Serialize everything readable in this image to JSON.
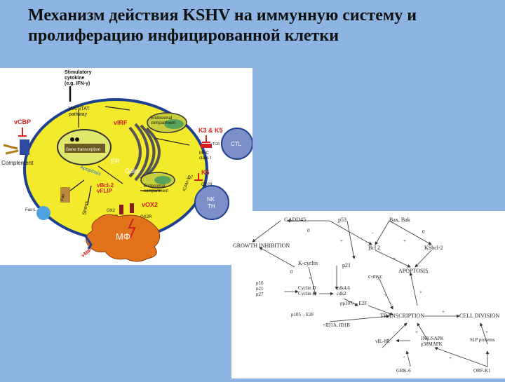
{
  "slide": {
    "title_line1": "Механизм действия KSHV на иммунную систему и",
    "title_line2": "пролиферацию инфицированной клетки"
  },
  "colors": {
    "background": "#8db4e2",
    "cell_fill": "#f2ea2a",
    "cell_stroke": "#1f3f8f",
    "nucleus_fill": "#dfe86a",
    "viral_red": "#d21f1f",
    "immune_blue": "#7d8fc8",
    "macrophage": "#e2731a"
  },
  "left_figure": {
    "stimulatory": "Stimulatory",
    "cytokine": "cytokine",
    "eg_ifn": "(e.g. IFN-γ)",
    "jak_stat": "JAK/STAT",
    "pathway": "pathway",
    "vcbp": "vCBP",
    "virf": "vIRF",
    "gene_transcription": "Gene transcription",
    "complement": "Complement",
    "er": "ER",
    "golgi": "Golgi",
    "apoptosis": "Apoptosis",
    "vbcl2": "vBcl-2",
    "vflip": "vFLIP",
    "fasl": "Fas-L",
    "fas": "Fas",
    "stress": "Stress",
    "k3k5": "K3 & K5",
    "ctl": "CTL",
    "mhc": "MHC",
    "class1": "class I",
    "k5": "K5",
    "b7": "B7",
    "icam1": "ICAM-1",
    "cd28": "CD28",
    "nk": "NK",
    "th": "TH",
    "vox2": "vOX2",
    "ox2": "OX2",
    "ox2r": "OX2R",
    "mphi": "MΦ",
    "vmip": "vMIP",
    "endosomal": "Endosomal",
    "compartment": "compartment",
    "tcr": "TCR"
  },
  "right_figure": {
    "gadd45": "GADD45",
    "p53": "p53",
    "bax_bak": "Bax, Bak",
    "growth_inhibition": "GROWTH INHIBITION",
    "bcl2": "Bcl 2",
    "ksbcl2": "KSbcl-2",
    "apoptosis": "APOPTOSIS",
    "kcyclin": "K-cyclin",
    "p21waf": "p21",
    "cmyc": "c-myc",
    "p16": "p16",
    "p21": "p21",
    "p27": "p27",
    "cyclin_d": "Cyclin D",
    "cyclin_e": "Cyclin E",
    "cdk46": "cdk4,6",
    "cdk2": "cdk2",
    "pp107": "pp107/→E2F",
    "p105": "p105→E2F",
    "transcription": "TRANSCRIPTION",
    "cell_division": "CELL DIVISION",
    "id1": "+ID1A, ID1B",
    "vil8r": "vIL-8R",
    "jnk": "JNK/SAPK",
    "p38mapk": "p38MAPK",
    "s1p": "S1P proteins",
    "grk6": "GRK-6",
    "orfk1": "ORF-K1",
    "zero": "0",
    "plus": "+",
    "minus": "-"
  }
}
